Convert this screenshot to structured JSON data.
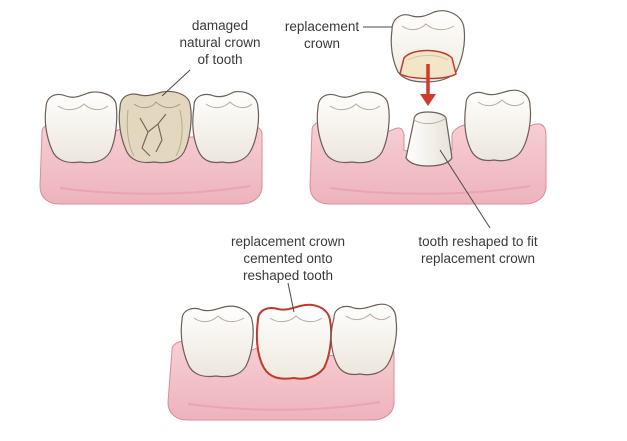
{
  "labels": {
    "damaged": [
      "damaged",
      "natural crown",
      "of tooth"
    ],
    "replacement": [
      "replacement",
      "crown"
    ],
    "reshaped": [
      "tooth reshaped to fit",
      "replacement crown"
    ],
    "cemented": [
      "replacement crown",
      "cemented onto",
      "reshaped tooth"
    ]
  },
  "colors": {
    "gum": "#f2c2c8",
    "gum_shadow": "#e29aa6",
    "tooth": "#faf8f4",
    "tooth_outline": "#6b5f57",
    "damaged_tooth": "#ddd0b8",
    "crown_rim": "#c0392b",
    "arrow": "#d0392b",
    "leader": "#4a4a4a"
  },
  "icons": {
    "arrow": "arrow-down-icon"
  }
}
